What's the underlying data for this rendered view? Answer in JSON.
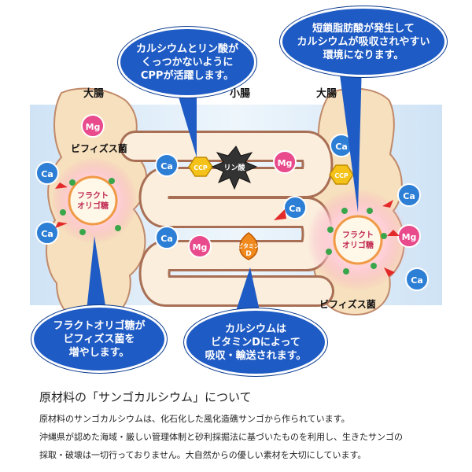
{
  "labels": {
    "large_intestine_left": "大腸",
    "small_intestine": "小腸",
    "large_intestine_right": "大腸",
    "bifidus_left": "ビフィズス菌",
    "bifidus_right": "ビフィズス菌"
  },
  "bubbles": {
    "cpp_text": "カルシウムとリン酸が\nくっつかないように\nCPPが活躍します。",
    "scfa_text": "短鎖脂肪酸が発生して\nカルシウムが吸収されやすい\n環境になります。",
    "fos_text": "フラクトオリゴ糖が\nビフィズス菌を\n増やします。",
    "vitd_text": "カルシウムは\nビタミンDによって\n吸収・輸送されます。"
  },
  "markers": {
    "ca": "Ca",
    "mg": "Mg",
    "cpp": "CCP",
    "phosphate": "リン酸",
    "fos_line1": "フラクト",
    "fos_line2": "オリゴ糖",
    "vitamin_line1": "ビタミン",
    "vitamin_line2": "D"
  },
  "caption": {
    "title": "原材料の「サンゴカルシウム」について",
    "line1": "原材料のサンゴカルシウムは、化石化した風化造礁サンゴから作られています。",
    "line2": "沖縄県が認めた海域・厳しい管理体制と砂利採掘法に基づいたものを利用し、生きたサンゴの",
    "line3": "採取・破壊は一切行っておりません。大自然からの優しい素材を大切にしています。"
  },
  "colors": {
    "ca": "#2d7fd6",
    "mg": "#e84a8c",
    "bubble": "#1f5bc4",
    "intestine": "#f7e6c6",
    "background": "#dcecf8"
  }
}
